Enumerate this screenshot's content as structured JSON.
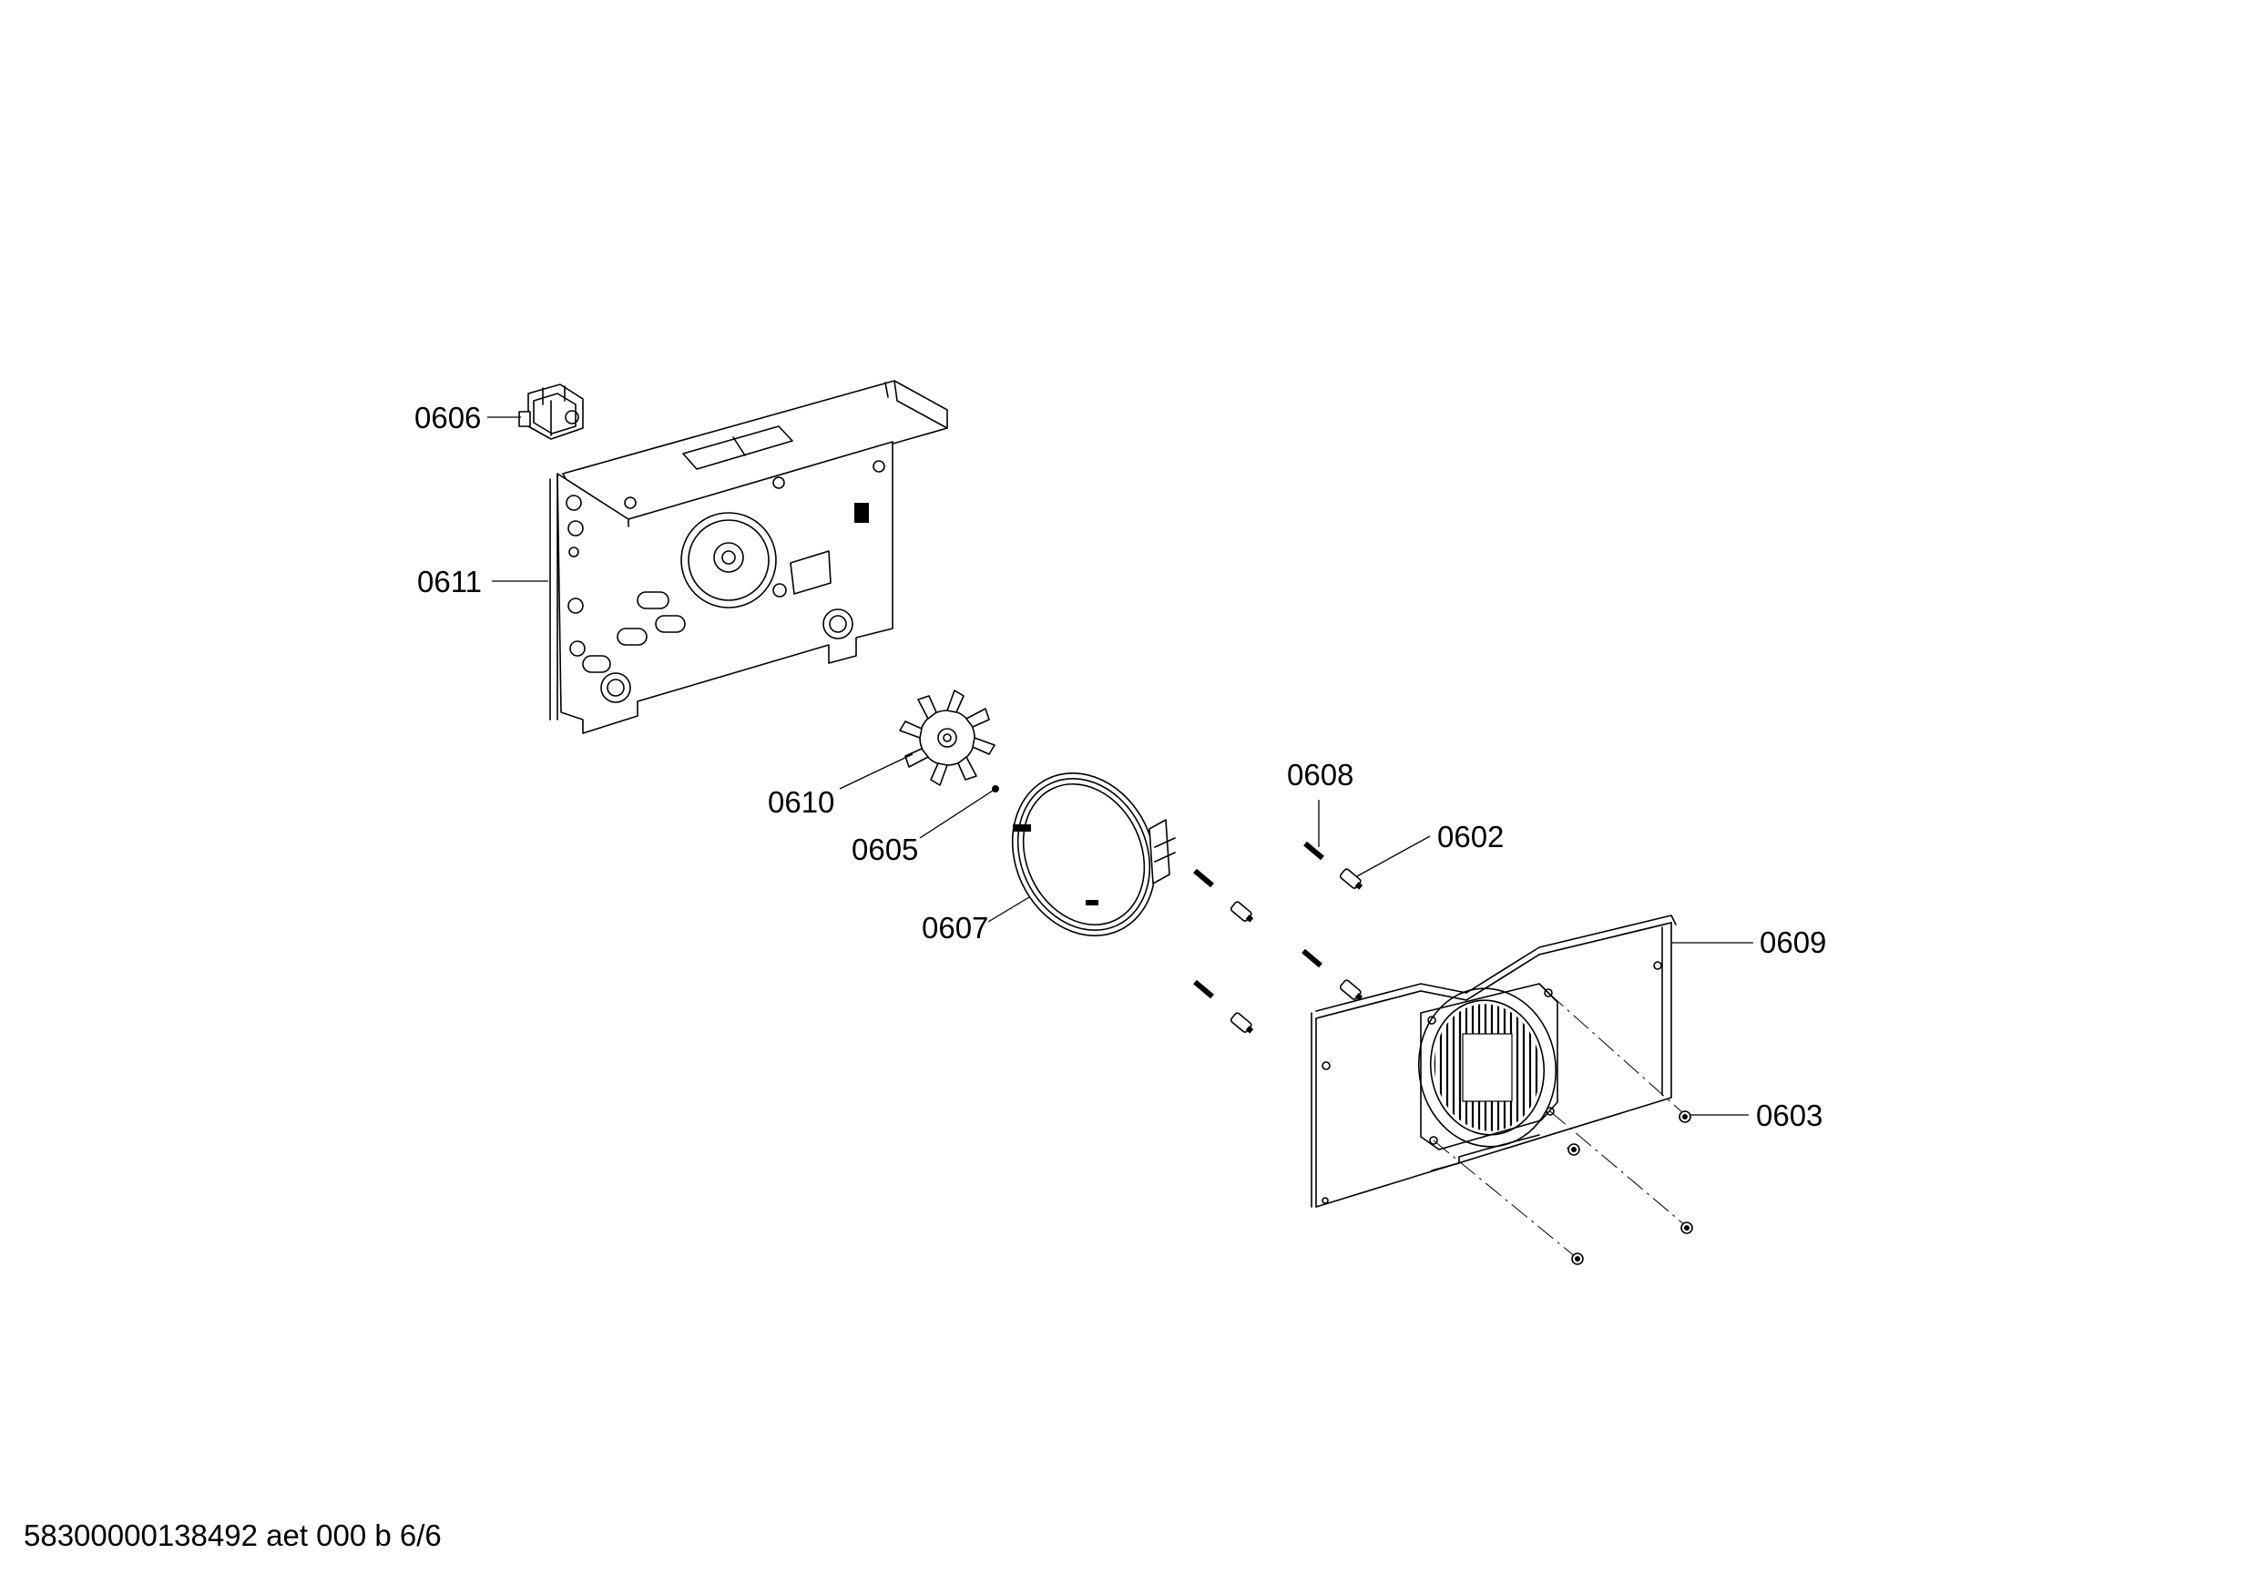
{
  "callouts": {
    "p0606": "0606",
    "p0611": "0611",
    "p0610": "0610",
    "p0605": "0605",
    "p0607": "0607",
    "p0608": "0608",
    "p0602": "0602",
    "p0609": "0609",
    "p0603": "0603"
  },
  "footer": {
    "doc_id": "58300000138492 aet 000 b 6/6"
  }
}
